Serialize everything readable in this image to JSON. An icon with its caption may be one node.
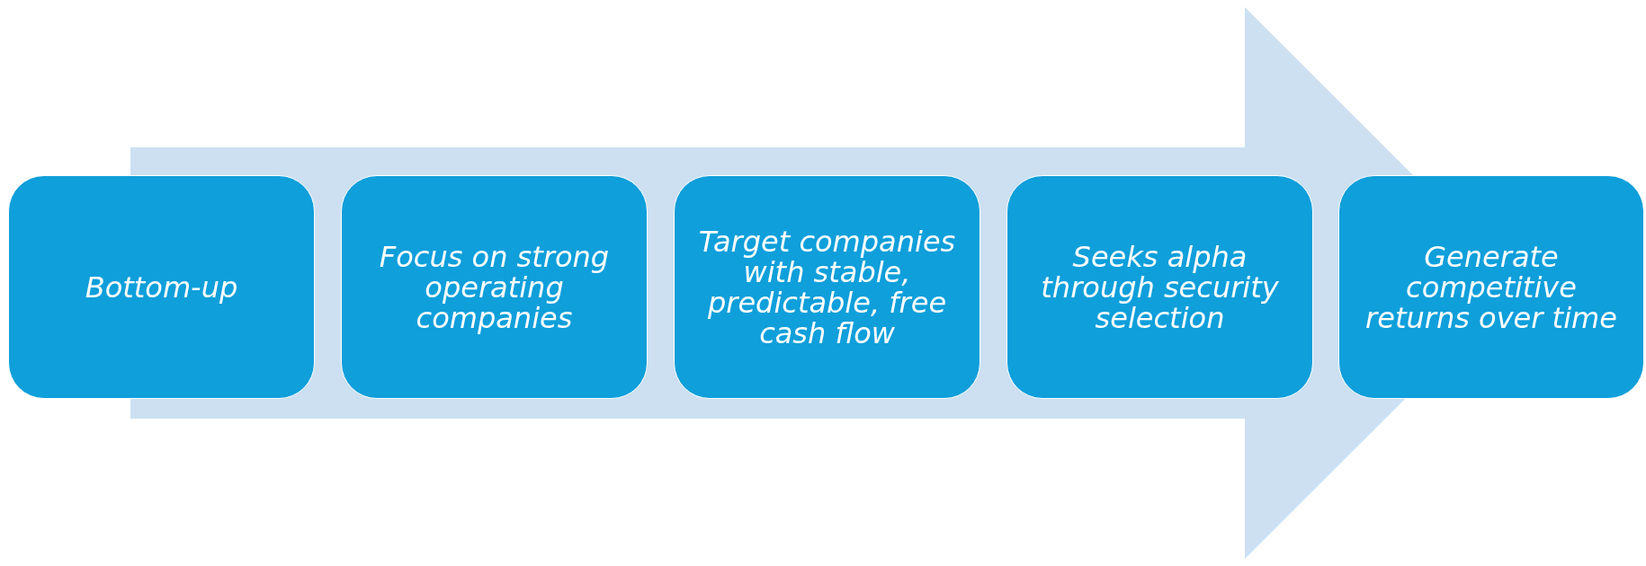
{
  "diagram": {
    "nodes": [
      {
        "text": [
          "Bottom-up"
        ]
      },
      {
        "text": [
          "Focus on strong operating companies"
        ]
      },
      {
        "text": [
          "Target companies with stable, predictable, free cash flow"
        ]
      },
      {
        "text": [
          "Seeks alpha through security selection"
        ]
      },
      {
        "text": [
          "Generate competitive returns over time"
        ]
      }
    ],
    "edges": [
      {
        "from": 0,
        "to": 4,
        "arrow": "to",
        "style": "thick"
      }
    ]
  }
}
